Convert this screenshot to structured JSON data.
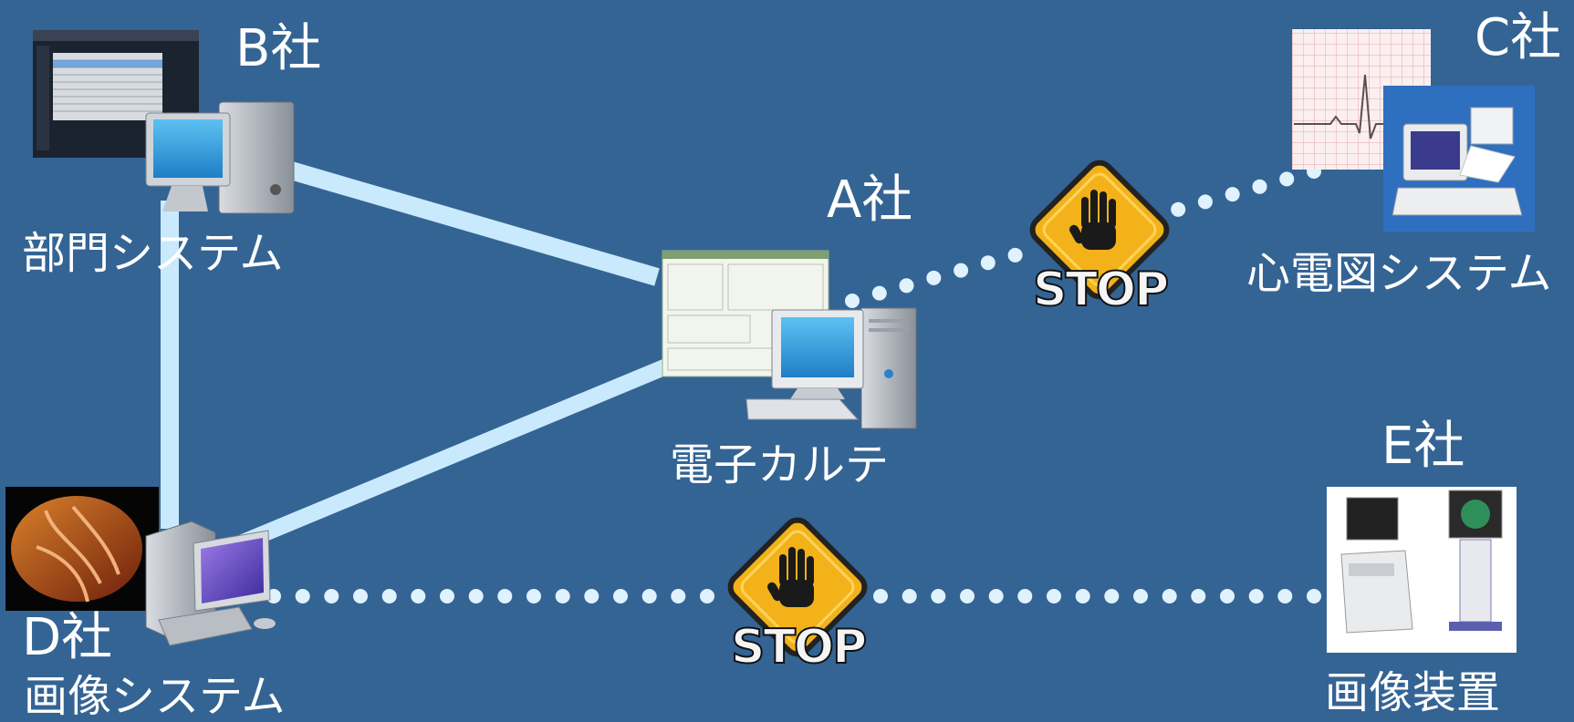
{
  "colors": {
    "background": "#346494",
    "link_line": "#c9eafc",
    "dots": "#dff2fd",
    "stop_sign": "#f3b21a",
    "text": "#ffffff"
  },
  "nodes": {
    "a": {
      "company": "A社",
      "system": "電子カルテ",
      "icon": "desktop-computer-icon"
    },
    "b": {
      "company": "B社",
      "system": "部門システム",
      "icon": "desktop-computer-icon"
    },
    "c": {
      "company": "C社",
      "system": "心電図システム",
      "icon": "ecg-machine-icon"
    },
    "d": {
      "company": "D社",
      "system": "画像システム",
      "icon": "desktop-computer-icon"
    },
    "e": {
      "company": "E社",
      "system": "画像装置",
      "icon": "ultrasound-device-icon"
    }
  },
  "connections": [
    {
      "from": "b",
      "to": "a",
      "status": "connected"
    },
    {
      "from": "b",
      "to": "d",
      "status": "connected"
    },
    {
      "from": "d",
      "to": "a",
      "status": "connected"
    },
    {
      "from": "a",
      "to": "c",
      "status": "blocked"
    },
    {
      "from": "d",
      "to": "e",
      "status": "blocked"
    }
  ],
  "stop_sign": {
    "text": "STOP",
    "icon": "stop-hand-icon"
  }
}
